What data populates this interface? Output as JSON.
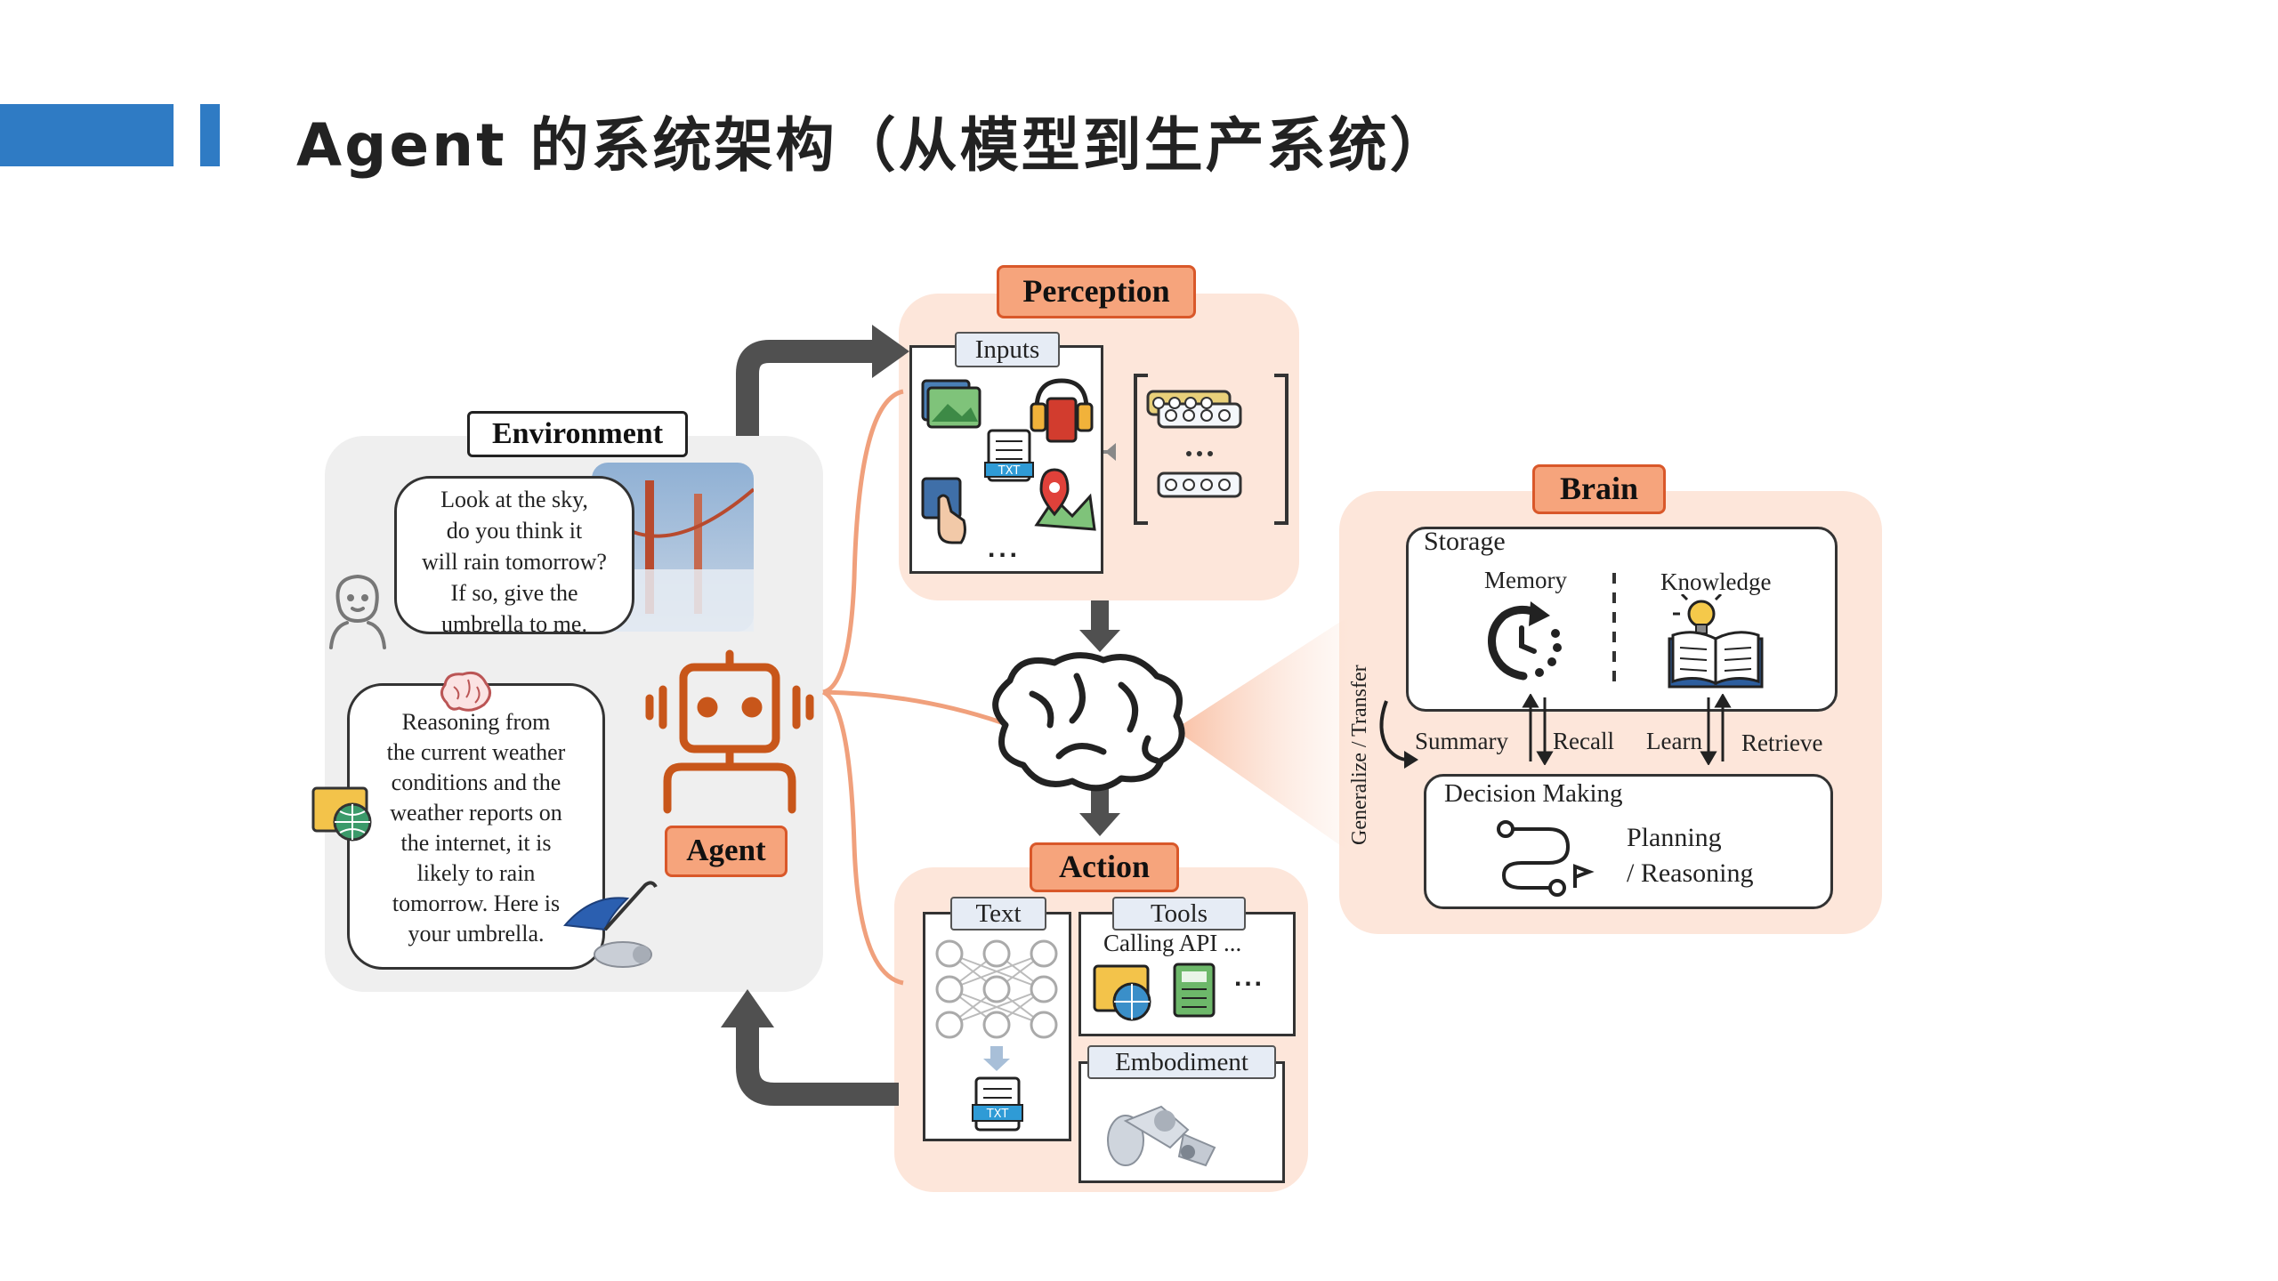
{
  "header": {
    "title": "Agent 的系统架构（从模型到生产系统）",
    "accent_color": "#2f7bc4"
  },
  "diagram": {
    "environment": {
      "label": "Environment",
      "human_speech": [
        "Look at the sky,",
        "do you think it",
        "will rain tomorrow?",
        "If so, give the",
        "umbrella to me."
      ],
      "agent_speech": [
        "Reasoning from",
        "the current weather",
        "conditions and the",
        "weather reports on",
        "the internet, it is",
        "likely to rain",
        "tomorrow. Here is",
        "your umbrella."
      ]
    },
    "agent": {
      "label": "Agent"
    },
    "perception": {
      "label": "Perception",
      "inputs_label": "Inputs",
      "ellipsis": "...",
      "txt_icon": "TXT"
    },
    "brain": {
      "label": "Brain",
      "storage": "Storage",
      "memory": "Memory",
      "knowledge": "Knowledge",
      "summary": "Summary",
      "recall": "Recall",
      "learn": "Learn",
      "retrieve": "Retrieve",
      "generalize": "Generalize / Transfer",
      "decision_making": "Decision Making",
      "planning": "Planning",
      "reasoning": "/ Reasoning"
    },
    "action": {
      "label": "Action",
      "text_tab": "Text",
      "tools_tab": "Tools",
      "calling_api": "Calling API ...",
      "embodiment_tab": "Embodiment",
      "ellipsis": "...",
      "txt_icon": "TXT"
    },
    "colors": {
      "panel_fill": "#fde6da",
      "label_fill": "#f6a47c",
      "label_border": "#d9582a",
      "agent_orange": "#c8561a",
      "arrow_gray": "#505050"
    }
  }
}
